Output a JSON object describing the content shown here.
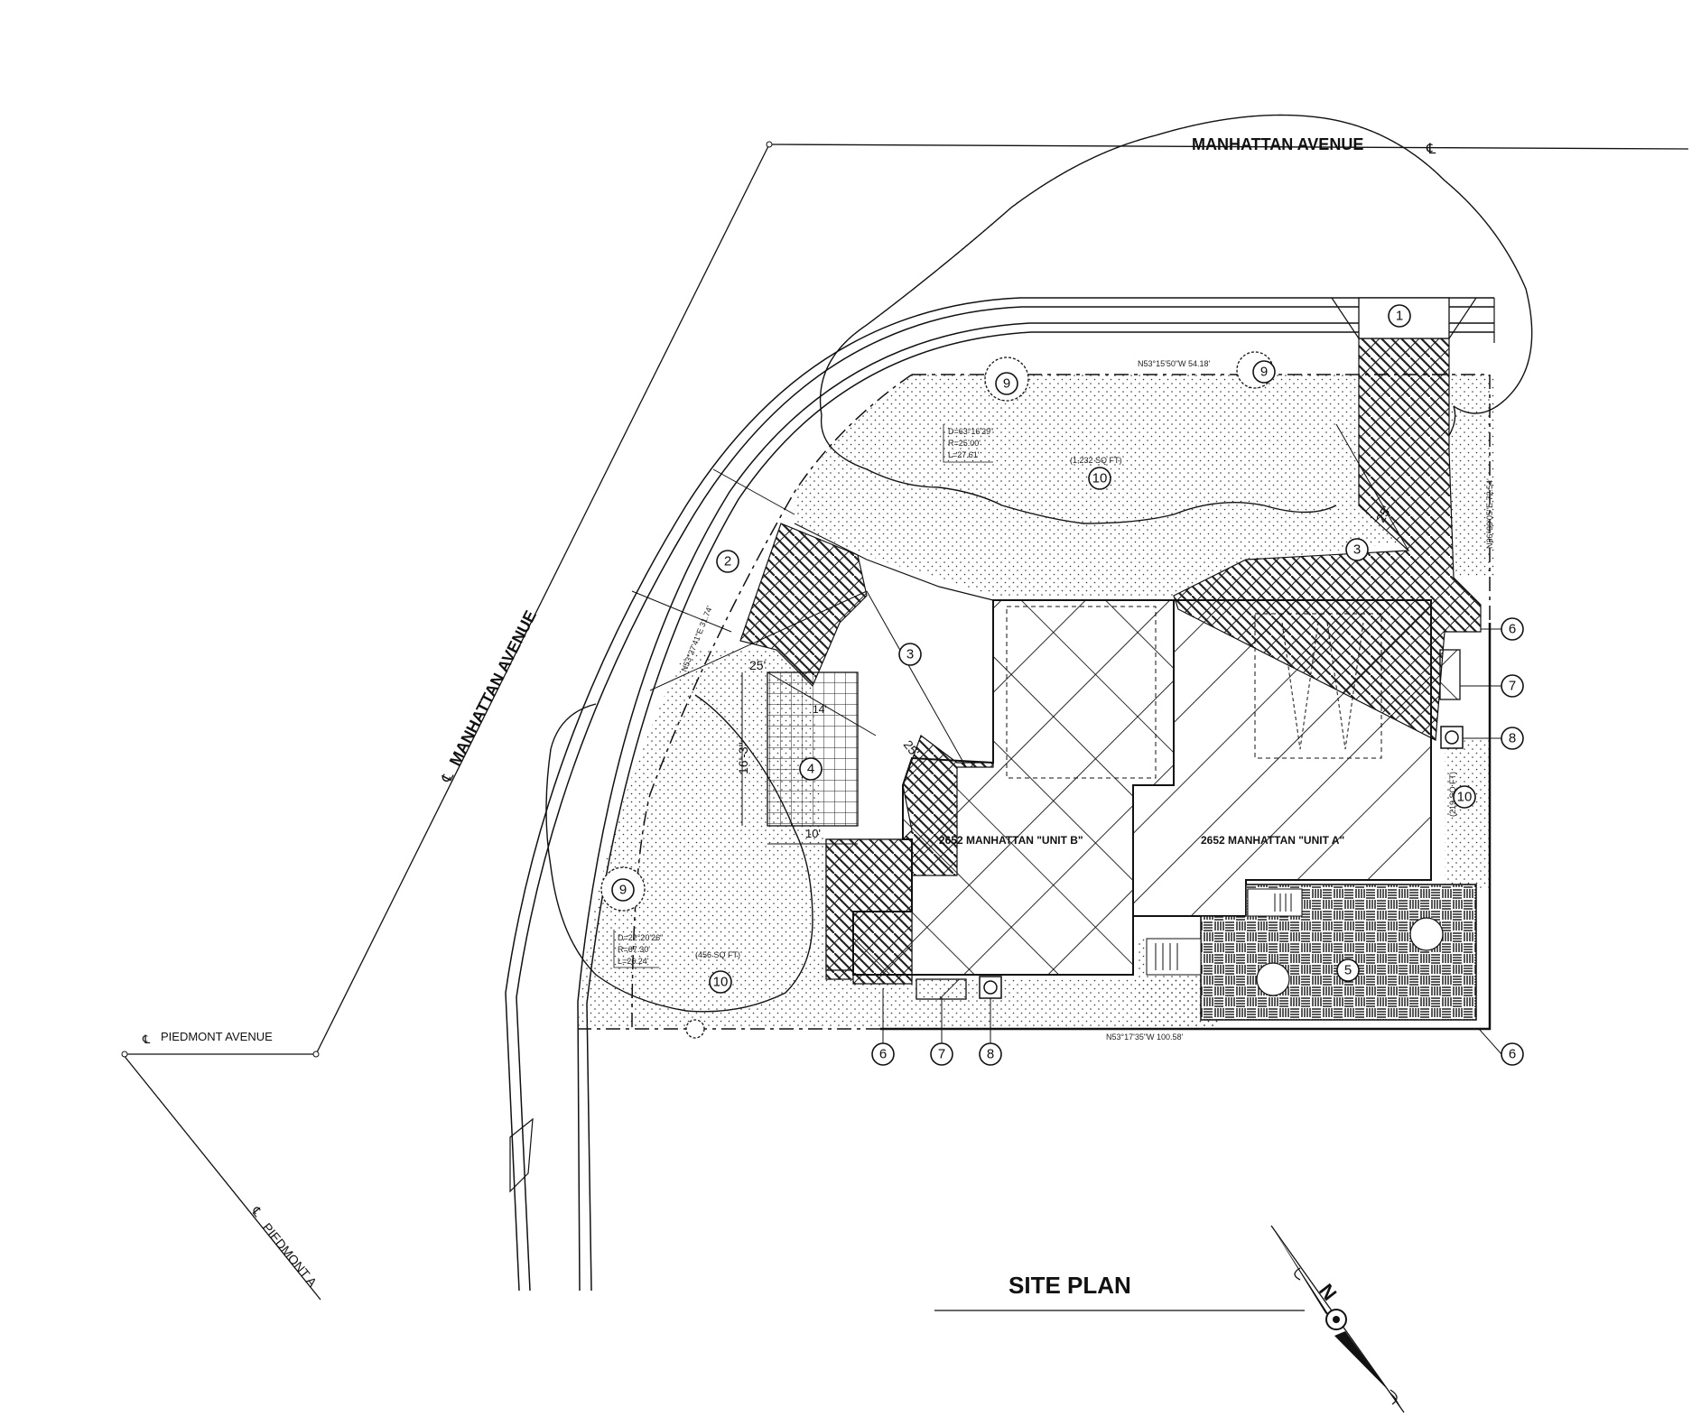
{
  "title": "SITE PLAN",
  "streets": {
    "manhattan_top": "MANHATTAN AVENUE",
    "manhattan_diag": "MANHATTAN AVENUE",
    "piedmont_horiz": "PIEDMONT AVENUE",
    "piedmont_diag": "PIEDMONT A",
    "centerline_symbol": "℄"
  },
  "units": {
    "unit_b": "2652 MANHATTAN \"UNIT B\"",
    "unit_a": "2652 MANHATTAN \"UNIT A\""
  },
  "bearings": {
    "north": "N53°15'50\"W 54.18'",
    "south": "N53°17'35\"W 100.58'",
    "east": "N36°39'05\"E 72.54'",
    "west": "N53°27'41\"E 31.74'"
  },
  "curve_1": {
    "delta": "D=63°16'29\"",
    "radius": "R=25.00'",
    "length": "L=27.61'"
  },
  "curve_2": {
    "delta": "D=22°20'26\"",
    "radius": "R=67.30'",
    "length": "L=26.24'"
  },
  "areas": {
    "north_lawn": "(1,232 SQ FT)",
    "west_lawn": "(456 SQ FT)",
    "east_strip": "(219 SQ FT)"
  },
  "dimensions": {
    "pad_height": "16'-3\"",
    "pad_width": "10'",
    "dim_14": "14'",
    "radius_25_a": "25'",
    "radius_25_b": "25'",
    "radius_25_c": "25'"
  },
  "callouts": [
    "1",
    "2",
    "3",
    "3",
    "4",
    "5",
    "6",
    "6",
    "6",
    "7",
    "7",
    "8",
    "8",
    "9",
    "9",
    "9",
    "10",
    "10",
    "10"
  ],
  "north_arrow": {
    "letter": "N"
  }
}
